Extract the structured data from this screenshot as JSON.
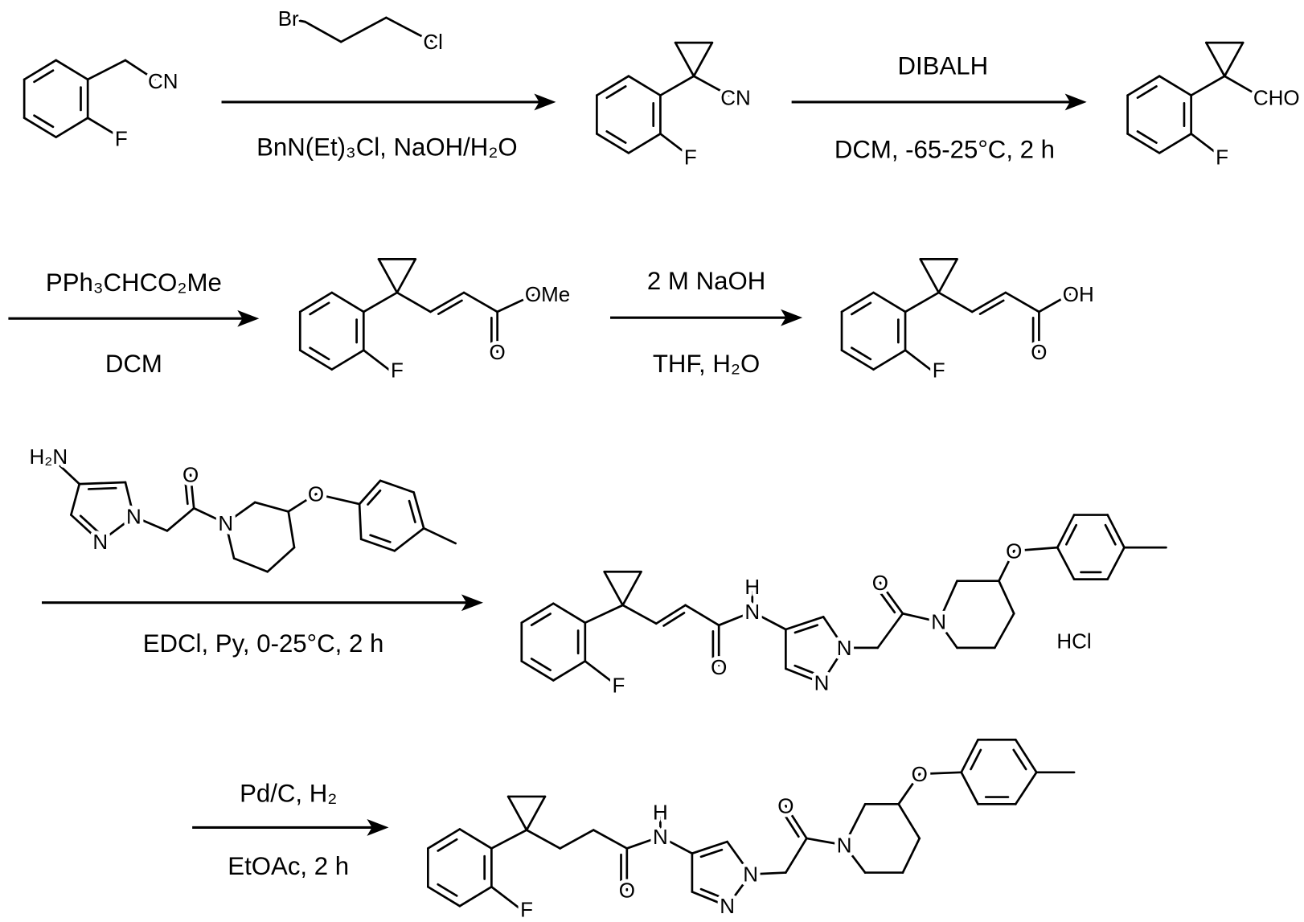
{
  "scheme": {
    "step1": {
      "reagent_labels": {
        "br": "Br",
        "cl": "Cl"
      },
      "below": "BnN(Et)₃Cl, NaOH/H₂O"
    },
    "step2": {
      "above": "DIBALH",
      "below": "DCM, -65-25°C, 2 h"
    },
    "step3": {
      "above": "PPh₃CHCO₂Me",
      "below": "DCM"
    },
    "step4": {
      "above": "2 M NaOH",
      "below": "THF,  H₂O"
    },
    "step5": {
      "reagent_labels": {
        "h2n": "H₂N",
        "n1": "N",
        "n2": "N",
        "o_carbonyl": "O",
        "n_pip": "N",
        "o_ether": "O"
      },
      "below": "EDCl, Py, 0-25°C, 2 h"
    },
    "step6": {
      "above": "Pd/C, H₂",
      "below": "EtOAc, 2 h"
    }
  },
  "compounds": {
    "c1": {
      "cn": "CN",
      "f": "F"
    },
    "c2": {
      "cn": "CN",
      "f": "F"
    },
    "c3": {
      "cho": "CHO",
      "f": "F"
    },
    "c4": {
      "ome": "OMe",
      "o": "O",
      "f": "F"
    },
    "c5": {
      "oh": "OH",
      "o": "O",
      "f": "F"
    },
    "c6": {
      "f": "F",
      "o_amide": "O",
      "n_amide": "N",
      "h_amide": "H",
      "n1": "N",
      "n2": "N",
      "o_carbonyl": "O",
      "n_pip": "N",
      "o_ether": "O",
      "salt": "HCl"
    },
    "c7": {
      "f": "F",
      "o_amide": "O",
      "n_amide": "N",
      "h_amide": "H",
      "n1": "N",
      "n2": "N",
      "o_carbonyl": "O",
      "n_pip": "N",
      "o_ether": "O"
    }
  }
}
